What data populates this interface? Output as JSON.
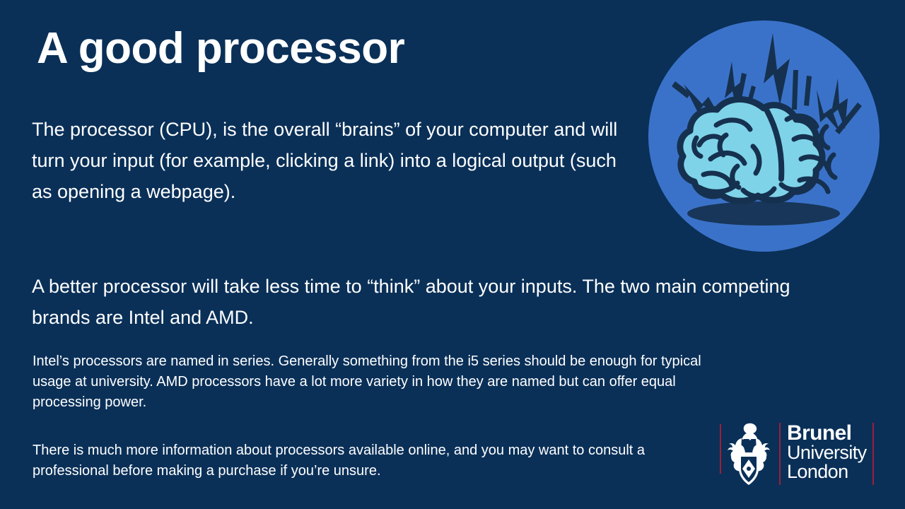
{
  "slide": {
    "title": "A good processor",
    "background_color": "#0a3058",
    "text_color": "#ffffff",
    "paragraphs": [
      "The processor (CPU), is the overall “brains” of your computer and will turn your input (for example, clicking a link) into a logical output (such as opening a webpage).",
      "A better processor will take less time to “think” about your inputs. The two main competing brands are Intel and AMD.",
      "Intel’s processors are named in series. Generally something from the i5 series should be enough for typical usage at university. AMD processors have a lot more variety in how they are named but can offer equal processing power.",
      "There is much more information about processors available online, and you may want to consult a professional before making a purchase if you’re unsure."
    ]
  },
  "graphic": {
    "name": "brain-with-lightning-illustration",
    "circle_color": "#3b72c9",
    "brain_fill_color": "#7fd3e8",
    "outline_color": "#15314f"
  },
  "logo": {
    "name": "brunel-university-london-logo",
    "crest_name": "brunel-coat-of-arms",
    "line_1": "Brunel",
    "line_2": "University",
    "line_3": "London",
    "rule_color": "#9d1f3a",
    "text_color": "#ffffff"
  }
}
